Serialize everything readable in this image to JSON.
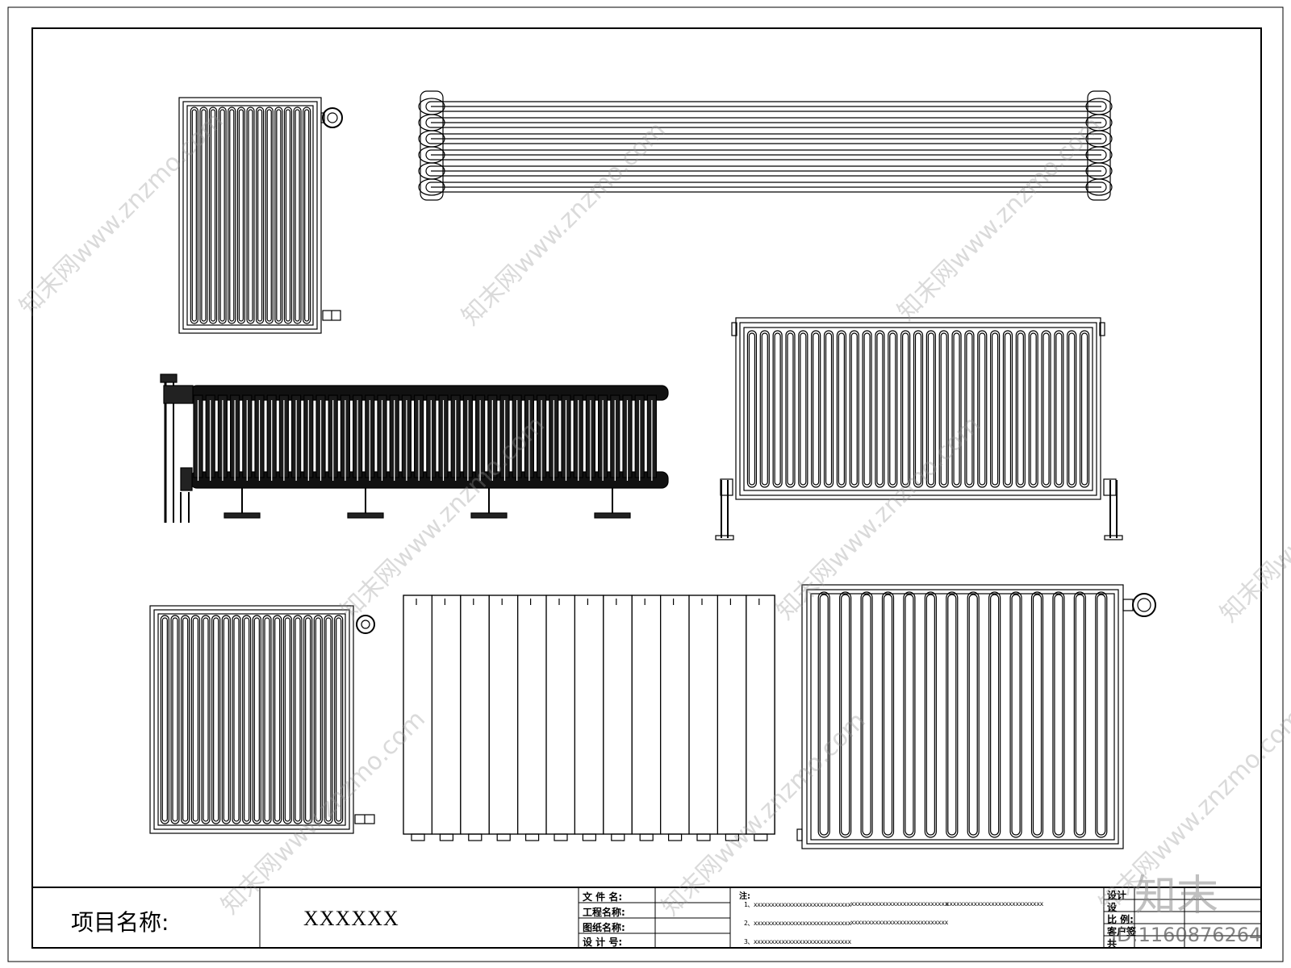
{
  "title_block": {
    "project_label": "项目名称:",
    "project_value": "XXXXXX",
    "fields": [
      "文 件 名:",
      "工程名称:",
      "图纸名称:",
      "设 计 号:"
    ],
    "notes_heading": "注:",
    "notes": [
      "1、xxxxxxxxxxxxxxxxxxxxxxxxxxxx",
      "xxxxxxxxxxxxxxxxxxxxxxxxxxxx",
      "xxxxxxxxxxxxxxxxxxxxxxxxxxxx",
      "2、xxxxxxxxxxxxxxxxxxxxxxxxxxxx",
      "xxxxxxxxxxxxxxxxxxxxxxxxxxxx",
      "3、xxxxxxxxxxxxxxxxxxxxxxxxxxxx"
    ],
    "right_fields": [
      "设计",
      "设",
      "比 例:",
      "客户签",
      "共"
    ]
  },
  "watermark": {
    "site_text": "知末网www.znzmo.com",
    "brand": "知末",
    "id_text": "ID:1160876264"
  },
  "colors": {
    "line": "#000000",
    "paper": "#ffffff",
    "watermark": "#969696"
  }
}
